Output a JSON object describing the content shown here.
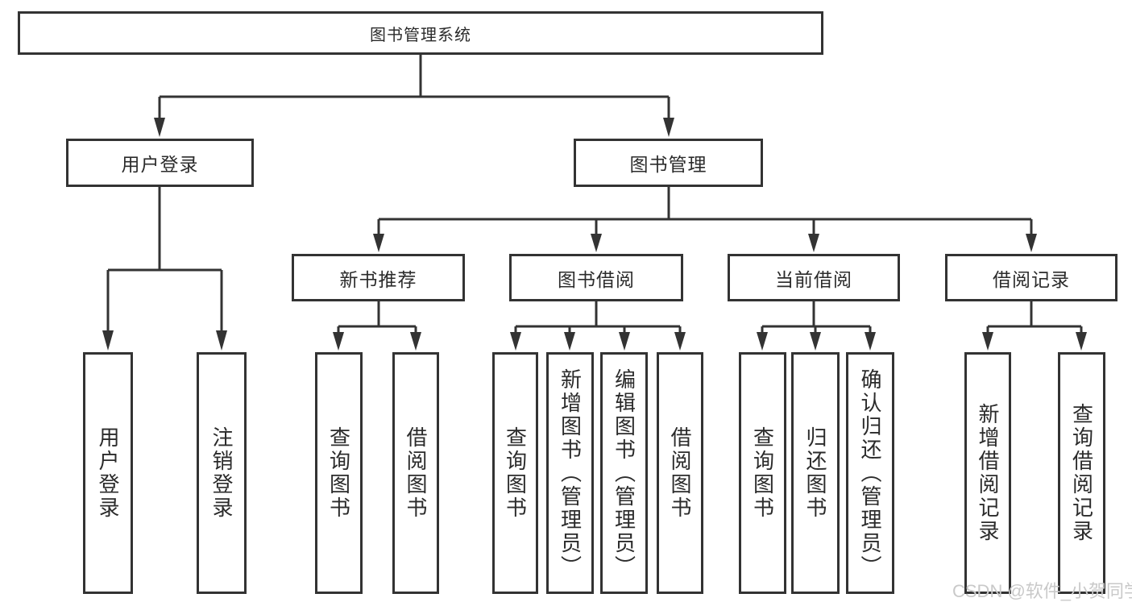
{
  "colors": {
    "line": "#333333",
    "text": "#2b2b2b",
    "background": "#ffffff",
    "watermark": "#c9c9c9"
  },
  "root": {
    "label": "图书管理系统"
  },
  "branches": {
    "user_login": {
      "label": "用户登录",
      "children": [
        {
          "label": "用户登录"
        },
        {
          "label": "注销登录"
        }
      ]
    },
    "book_management": {
      "label": "图书管理",
      "children": [
        {
          "label": "新书推荐",
          "children": [
            {
              "label": "查询图书"
            },
            {
              "label": "借阅图书"
            }
          ]
        },
        {
          "label": "图书借阅",
          "children": [
            {
              "label": "查询图书"
            },
            {
              "label": "新增图书（管理员）"
            },
            {
              "label": "编辑图书（管理员）"
            },
            {
              "label": "借阅图书"
            }
          ]
        },
        {
          "label": "当前借阅",
          "children": [
            {
              "label": "查询图书"
            },
            {
              "label": "归还图书"
            },
            {
              "label": "确认归还（管理员）"
            }
          ]
        },
        {
          "label": "借阅记录",
          "children": [
            {
              "label": "新增借阅记录"
            },
            {
              "label": "查询借阅记录"
            }
          ]
        }
      ]
    }
  },
  "watermark": {
    "text": "CSDN @软件_小贺同学"
  }
}
